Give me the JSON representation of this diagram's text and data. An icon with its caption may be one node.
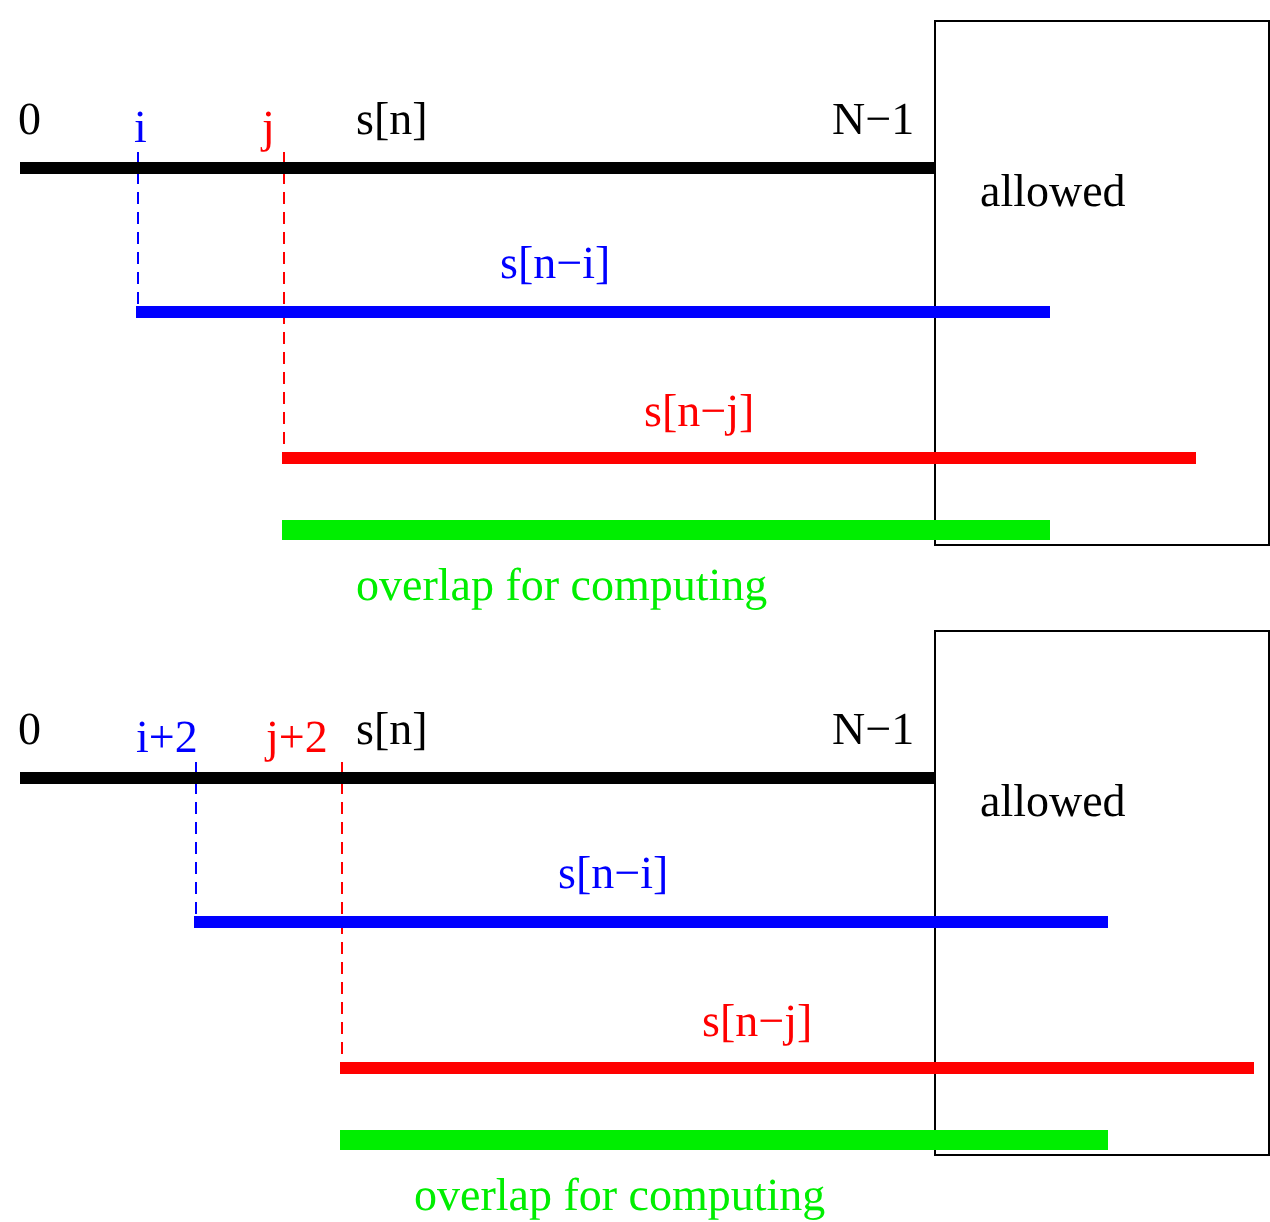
{
  "diagram": {
    "nodes": [
      {
        "text": [
          "allowed"
        ]
      },
      {
        "text": [
          "i"
        ]
      },
      {
        "text": [
          "j"
        ]
      },
      {
        "text": [],
        "shape": "bar",
        "beside": [
          "s[n]"
        ]
      },
      {
        "text": [],
        "shape": "bar",
        "beside": [
          "s[n−i]"
        ]
      },
      {
        "text": [],
        "shape": "bar",
        "beside": [
          "s[n−j]"
        ]
      },
      {
        "text": [],
        "shape": "bar",
        "beside": [
          "overlap for computing"
        ]
      },
      {
        "text": [
          "allowed"
        ]
      },
      {
        "text": [
          "i+2"
        ]
      },
      {
        "text": [
          "j+2"
        ]
      },
      {
        "text": [],
        "shape": "bar",
        "beside": [
          "s[n]"
        ]
      },
      {
        "text": [],
        "shape": "bar",
        "beside": [
          "s[n−i]"
        ]
      },
      {
        "text": [],
        "shape": "bar",
        "beside": [
          "s[n−j]"
        ]
      },
      {
        "text": [],
        "shape": "bar",
        "beside": [
          "overlap for computing"
        ]
      }
    ],
    "edges": [
      {
        "from": 1,
        "to": 4,
        "arrow": "none",
        "style": "dashed",
        "color": "#0000ff"
      },
      {
        "from": 2,
        "to": 5,
        "arrow": "none",
        "style": "dashed",
        "color": "#ff0000"
      },
      {
        "from": 8,
        "to": 11,
        "arrow": "none",
        "style": "dashed",
        "color": "#0000ff"
      },
      {
        "from": 9,
        "to": 12,
        "arrow": "none",
        "style": "dashed",
        "color": "#ff0000"
      }
    ],
    "labels": [
      "0",
      "N−1",
      "0",
      "N−1"
    ]
  }
}
